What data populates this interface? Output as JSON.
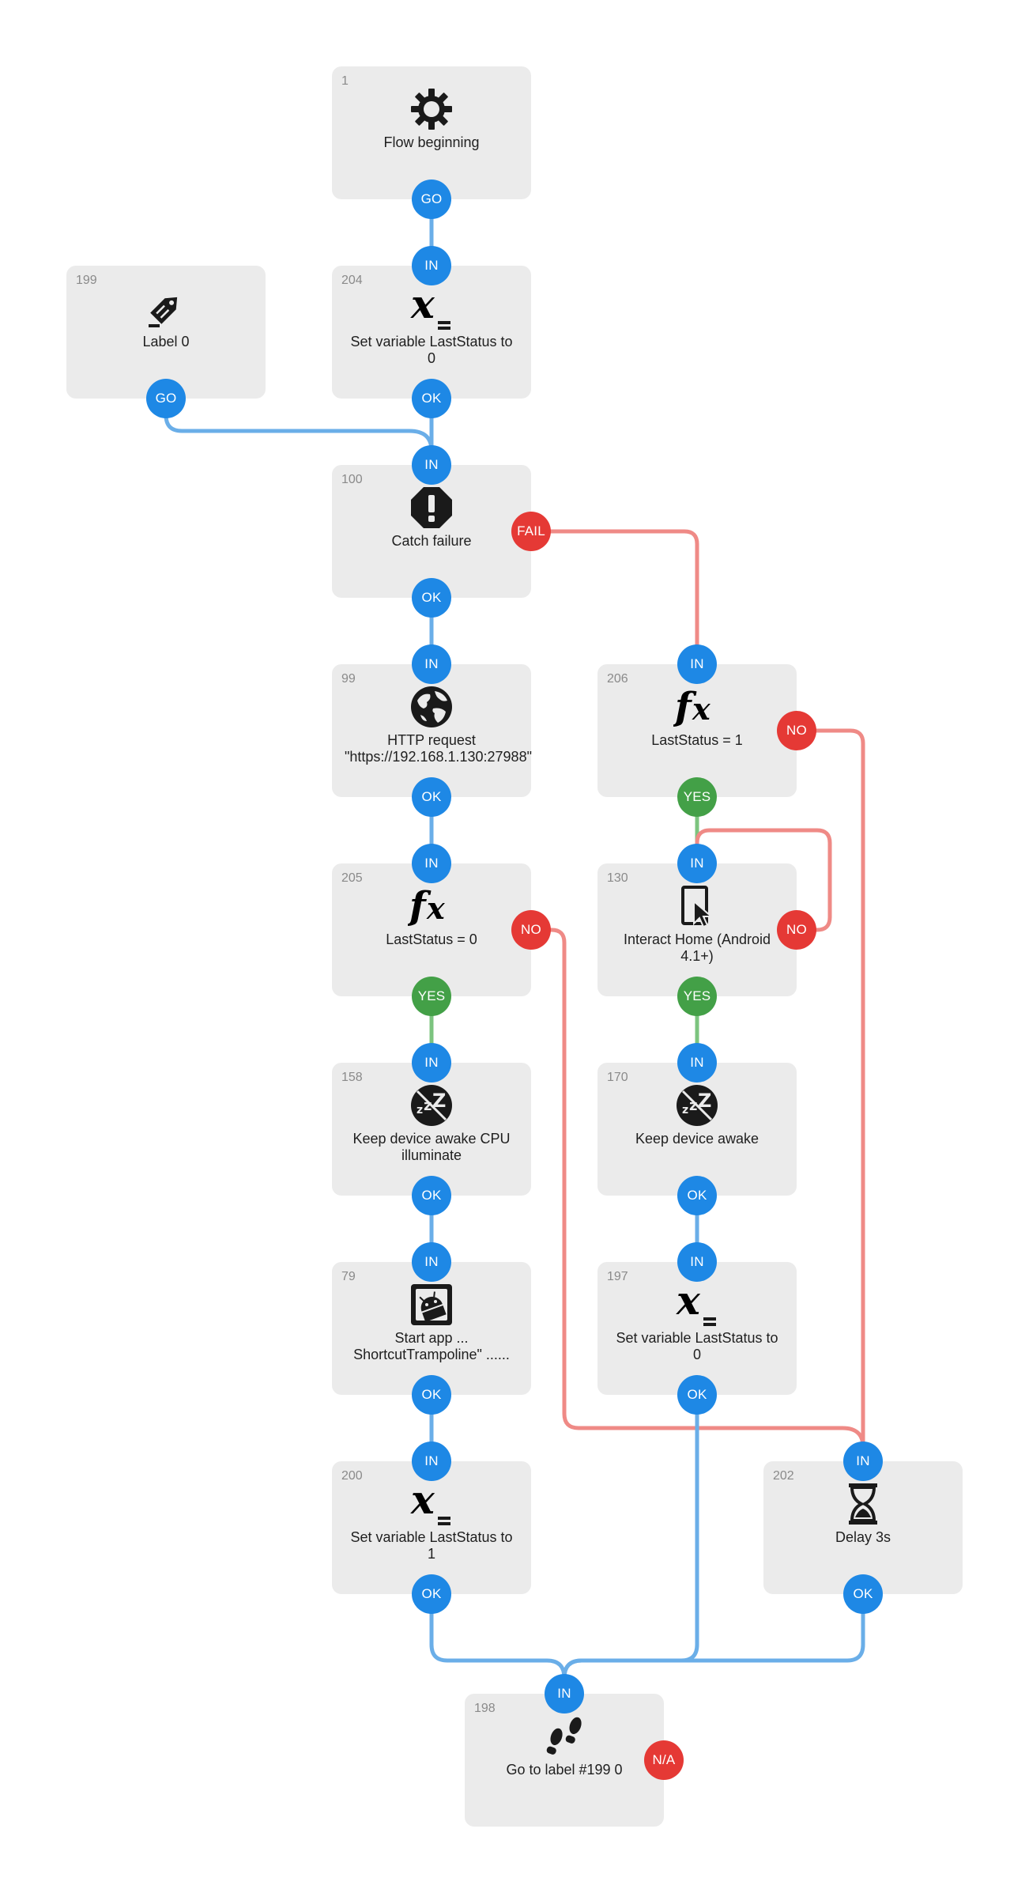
{
  "colors": {
    "wire_blue": "#6aaee8",
    "wire_red": "#ef8a86",
    "wire_green": "#7cc47f",
    "port_blue": "#1e88e5",
    "port_red": "#e53935",
    "port_green": "#43a047",
    "block_bg": "#ebebeb"
  },
  "blocks": [
    {
      "id": "1",
      "label": "Flow beginning",
      "icon": "gear-icon",
      "ports": [
        {
          "label": "GO",
          "color": "blue"
        }
      ]
    },
    {
      "id": "204",
      "label": "Set variable LastStatus to 0",
      "icon": "variable-icon",
      "ports": [
        {
          "label": "IN",
          "color": "blue"
        },
        {
          "label": "OK",
          "color": "blue"
        }
      ]
    },
    {
      "id": "199",
      "label": "Label 0",
      "icon": "label-icon",
      "ports": [
        {
          "label": "GO",
          "color": "blue"
        }
      ]
    },
    {
      "id": "100",
      "label": "Catch failure",
      "icon": "alert-octagon-icon",
      "ports": [
        {
          "label": "IN",
          "color": "blue"
        },
        {
          "label": "FAIL",
          "color": "red"
        },
        {
          "label": "OK",
          "color": "blue"
        }
      ]
    },
    {
      "id": "99",
      "label": "HTTP request \"https://192.168.1.130:27988\"",
      "icon": "globe-icon",
      "ports": [
        {
          "label": "IN",
          "color": "blue"
        },
        {
          "label": "OK",
          "color": "blue"
        }
      ]
    },
    {
      "id": "206",
      "label": "LastStatus = 1",
      "icon": "function-icon",
      "ports": [
        {
          "label": "IN",
          "color": "blue"
        },
        {
          "label": "NO",
          "color": "red"
        },
        {
          "label": "YES",
          "color": "green"
        }
      ]
    },
    {
      "id": "205",
      "label": "LastStatus = 0",
      "icon": "function-icon",
      "ports": [
        {
          "label": "IN",
          "color": "blue"
        },
        {
          "label": "NO",
          "color": "red"
        },
        {
          "label": "YES",
          "color": "green"
        }
      ]
    },
    {
      "id": "130",
      "label": "Interact Home (Android 4.1+)",
      "icon": "tap-screen-icon",
      "ports": [
        {
          "label": "IN",
          "color": "blue"
        },
        {
          "label": "NO",
          "color": "red"
        },
        {
          "label": "YES",
          "color": "green"
        }
      ]
    },
    {
      "id": "158",
      "label": "Keep device awake CPU illuminate",
      "icon": "no-sleep-icon",
      "ports": [
        {
          "label": "IN",
          "color": "blue"
        },
        {
          "label": "OK",
          "color": "blue"
        }
      ]
    },
    {
      "id": "170",
      "label": "Keep device awake",
      "icon": "no-sleep-icon",
      "ports": [
        {
          "label": "IN",
          "color": "blue"
        },
        {
          "label": "OK",
          "color": "blue"
        }
      ]
    },
    {
      "id": "79",
      "label": "Start app ... ShortcutTrampoline\" ......",
      "icon": "android-app-icon",
      "ports": [
        {
          "label": "IN",
          "color": "blue"
        },
        {
          "label": "OK",
          "color": "blue"
        }
      ]
    },
    {
      "id": "197",
      "label": "Set variable LastStatus to 0",
      "icon": "variable-icon",
      "ports": [
        {
          "label": "IN",
          "color": "blue"
        },
        {
          "label": "OK",
          "color": "blue"
        }
      ]
    },
    {
      "id": "200",
      "label": "Set variable LastStatus to 1",
      "icon": "variable-icon",
      "ports": [
        {
          "label": "IN",
          "color": "blue"
        },
        {
          "label": "OK",
          "color": "blue"
        }
      ]
    },
    {
      "id": "202",
      "label": "Delay 3s",
      "icon": "hourglass-icon",
      "ports": [
        {
          "label": "IN",
          "color": "blue"
        },
        {
          "label": "OK",
          "color": "blue"
        }
      ]
    },
    {
      "id": "198",
      "label": "Go to label #199 0",
      "icon": "footsteps-icon",
      "ports": [
        {
          "label": "IN",
          "color": "blue"
        },
        {
          "label": "N/A",
          "color": "red"
        }
      ]
    }
  ],
  "connections": [
    {
      "from": "1.GO",
      "to": "204.IN",
      "color": "blue"
    },
    {
      "from": "204.OK",
      "to": "100.IN",
      "color": "blue"
    },
    {
      "from": "199.GO",
      "to": "100.IN",
      "color": "blue"
    },
    {
      "from": "100.OK",
      "to": "99.IN",
      "color": "blue"
    },
    {
      "from": "100.FAIL",
      "to": "206.IN",
      "color": "red"
    },
    {
      "from": "99.OK",
      "to": "205.IN",
      "color": "blue"
    },
    {
      "from": "206.YES",
      "to": "130.IN",
      "color": "green"
    },
    {
      "from": "206.NO",
      "to": "202.IN",
      "color": "red"
    },
    {
      "from": "130.NO",
      "to": "130.IN",
      "color": "red"
    },
    {
      "from": "205.YES",
      "to": "158.IN",
      "color": "green"
    },
    {
      "from": "205.NO",
      "to": "202.IN",
      "color": "red"
    },
    {
      "from": "130.YES",
      "to": "170.IN",
      "color": "green"
    },
    {
      "from": "158.OK",
      "to": "79.IN",
      "color": "blue"
    },
    {
      "from": "170.OK",
      "to": "197.IN",
      "color": "blue"
    },
    {
      "from": "79.OK",
      "to": "200.IN",
      "color": "blue"
    },
    {
      "from": "200.OK",
      "to": "198.IN",
      "color": "blue"
    },
    {
      "from": "197.OK",
      "to": "198.IN",
      "color": "blue"
    },
    {
      "from": "202.OK",
      "to": "198.IN",
      "color": "blue"
    }
  ]
}
